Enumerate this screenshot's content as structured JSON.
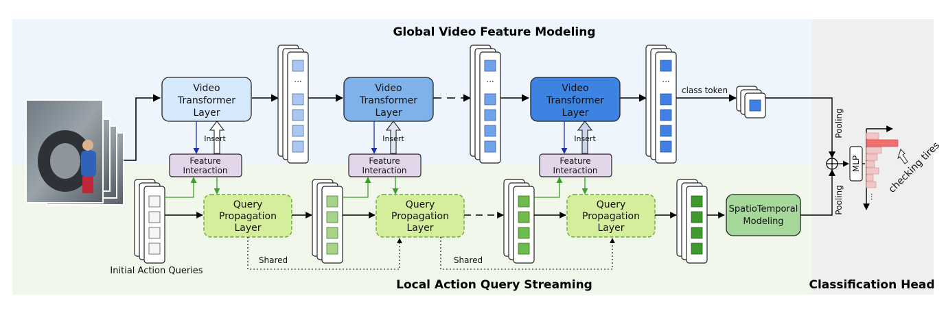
{
  "regions": {
    "global_title": "Global Video Feature Modeling",
    "local_title": "Local Action Query Streaming",
    "head_title": "Classification Head"
  },
  "transformer_layers": [
    {
      "line1": "Video",
      "line2": "Transformer",
      "line3": "Layer",
      "fill": "#d6e8fb"
    },
    {
      "line1": "Video",
      "line2": "Transformer",
      "line3": "Layer",
      "fill": "#7fb2ea"
    },
    {
      "line1": "Video",
      "line2": "Transformer",
      "line3": "Layer",
      "fill": "#3d84e2"
    }
  ],
  "interaction_blocks": [
    {
      "line1": "Feature",
      "line2": "Interaction"
    },
    {
      "line1": "Feature",
      "line2": "Interaction"
    },
    {
      "line1": "Feature",
      "line2": "Interaction"
    }
  ],
  "propagation_layers": [
    {
      "line1": "Query",
      "line2": "Propagation",
      "line3": "Layer"
    },
    {
      "line1": "Query",
      "line2": "Propagation",
      "line3": "Layer"
    },
    {
      "line1": "Query",
      "line2": "Propagation",
      "line3": "Layer"
    }
  ],
  "labels": {
    "insert": "Insert",
    "ellipsis": "...",
    "class_token": "class token",
    "shared": "Shared",
    "initial_queries": "Initial Action Queries",
    "pooling": "Pooling",
    "mlp": "MLP",
    "checking_tires": "checking tires",
    "vertical_dots": "..."
  },
  "spatiotemporal": {
    "line1": "SpatioTemporal",
    "line2": "Modeling"
  },
  "colors": {
    "global_bg": "#eef5fd",
    "local_bg": "#f1f7ea",
    "head_bg": "#efefef",
    "token_light": "#a9c7f0",
    "token_mid": "#6fa2ec",
    "token_dark": "#3f7fe6",
    "query_empty": "#f5f5f5",
    "query_light": "#a8d38a",
    "query_mid": "#6dbb4a",
    "query_dark": "#3e9a2a",
    "prop_fill": "#d4ee9c",
    "prop_border": "#6aa63a",
    "interaction_fill": "#e3d6ea",
    "spatiotemporal_fill": "#a6d79b",
    "highlight_bar": "#ef6f6f",
    "bar": "#f3c6c6"
  },
  "icons": [
    "input-video-frames",
    "oplus-icon",
    "hollow-arrow-icon"
  ]
}
